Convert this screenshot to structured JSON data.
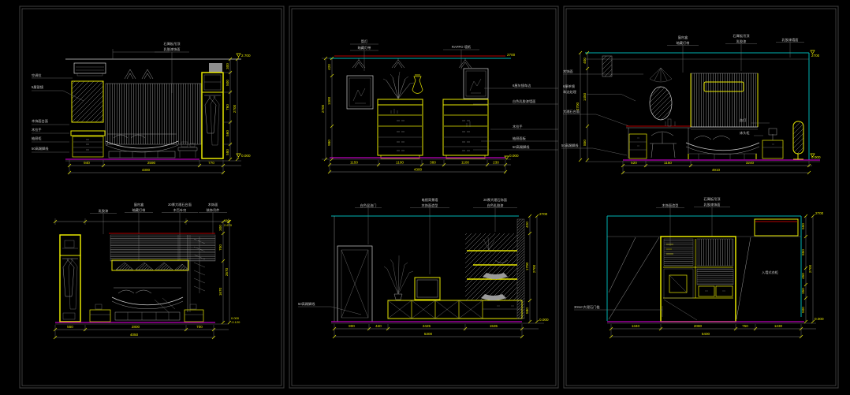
{
  "colors": {
    "background": "#000000",
    "furniture_accent": "#e8e800",
    "ceiling_line": "#00b5b5",
    "floor_line": "#bb00bb",
    "curtain_line": "#b40000",
    "drawing_line": "#cfcfcf",
    "dim_text": "#e8e800",
    "note_text": "#c9c9c9"
  },
  "a": {
    "top_note": [
      "石膏板吊顶",
      "乳胶漆饰面"
    ],
    "left_notes": [
      "空调位",
      "5厘银镜",
      "木饰面台面",
      "木拉手",
      "抽屉柜",
      "50高踢脚线"
    ],
    "vdims": [
      "300",
      "500",
      "760",
      "560",
      "580"
    ],
    "vtotal": "2700",
    "elev_top": "2.700",
    "elev_bottom": "0.000",
    "hdims": [
      "940",
      "2590",
      "770"
    ],
    "htotal": "4300"
  },
  "b": {
    "top_note_1": [
      "筒灯",
      "暗藏灯带"
    ],
    "top_note_2": "RAPPO 墙纸",
    "right_notes": [
      "6厘灰镜车边",
      "白色乳胶漆墙面",
      "木拉手",
      "抽屉面板",
      "50高踢脚线"
    ],
    "vdims": [
      "420",
      "1300",
      "980"
    ],
    "vtotal": "2700",
    "elev_top": "2700",
    "elev_bottom": "0.000",
    "hdims": [
      "1150",
      "1100",
      "380",
      "1100",
      "230"
    ],
    "htotal": "4300"
  },
  "c": {
    "top_note_1": [
      "窗帘盒",
      "暗藏灯带"
    ],
    "top_note_2": [
      "石膏板吊顶",
      "乳胶漆"
    ],
    "top_note_3": "乳胶漆墙面",
    "left_notes": [
      "木饰面",
      "6厘茶镜",
      "车边处理",
      "大理石台面",
      "50高踢脚线"
    ],
    "right_notes": [
      "台灯",
      "床头柜"
    ],
    "vdims": [
      "400",
      "1450",
      "850"
    ],
    "vtotal": "2700",
    "elev_top": "2700",
    "elev_bottom": "0.000",
    "hdims": [
      "520",
      "1150",
      "3240"
    ],
    "htotal": "4910"
  },
  "d": {
    "top_note_1": "乳胶漆",
    "top_note_2": [
      "窗帘盒",
      "暗藏灯带"
    ],
    "top_note_3": [
      "20厚大理石台面",
      "木百叶帘"
    ],
    "top_note_4": [
      "木饰面",
      "装饰吊件"
    ],
    "vdims": [
      "300",
      "700",
      "1670"
    ],
    "vtotal": "2670",
    "marks_top": [
      "150",
      "2.670"
    ],
    "elev_bottom": "0.000",
    "elev_bottom2": "-0.120",
    "hdims": [
      "550",
      "2800",
      "700"
    ],
    "htotal": "4050"
  },
  "e": {
    "top_note_1": "白色混油门",
    "top_note_2": [
      "电视背景墙",
      "木饰面造型"
    ],
    "top_note_3": [
      "20厚大理石饰面",
      "白色乳胶漆"
    ],
    "left_note": "50高踢脚线",
    "vdims": [
      "420",
      "1700",
      "580"
    ],
    "vtotal": "2700",
    "elev_top": "2700",
    "elev_bottom": "0.000",
    "hdims": [
      "900",
      "440",
      "2425",
      "1535"
    ],
    "htotal": "5300"
  },
  "f": {
    "top_note_1": "木饰面造型",
    "top_note_2": [
      "石膏板吊顶",
      "乳胶漆饰面"
    ],
    "side_note": "入墙式衣柜",
    "left_note": "30mm大理石门槛",
    "vdims": [
      "550",
      "850",
      "450",
      "350",
      "500"
    ],
    "vtotal": "2700",
    "elev_top": "2700",
    "elev_bottom": "0.000",
    "hdims": [
      "1340",
      "2080",
      "750",
      "1230"
    ],
    "htotal": "5400"
  }
}
